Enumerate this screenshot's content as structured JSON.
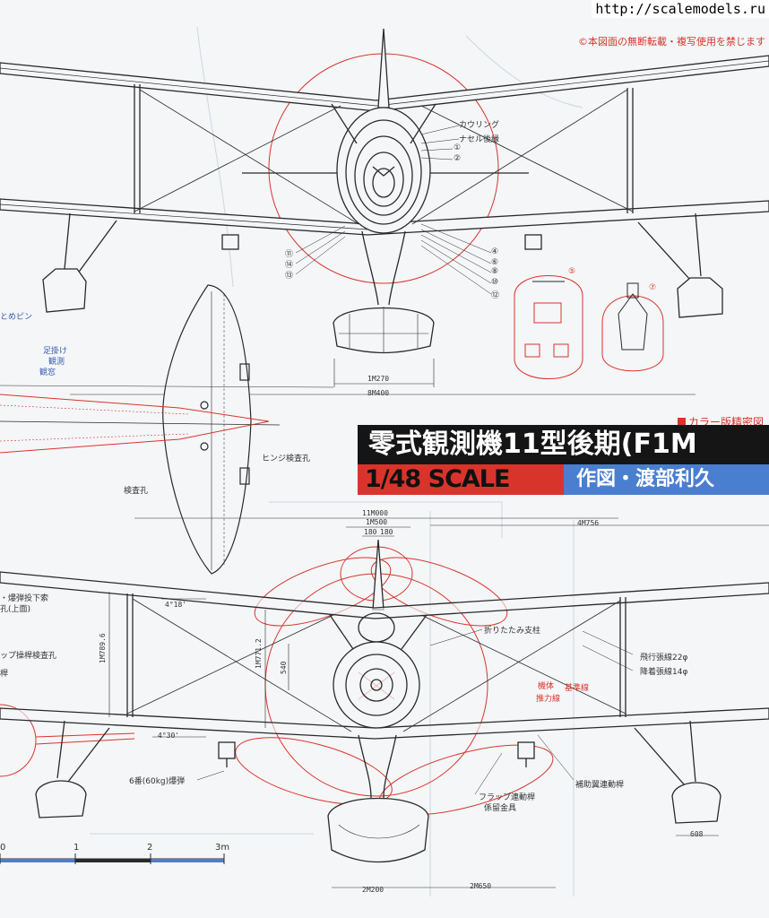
{
  "watermark": {
    "url": "http://scalemodels.ru"
  },
  "copyright": "©本図面の無断転載・複写使用を禁じます",
  "color_badge": "カラー版精密図",
  "title": "零式観測機11型後期(F1M",
  "scale": "1/48 SCALE",
  "author": "作図・渡部利久",
  "front_labels": {
    "cowl_ring": "カウリング",
    "nacelle": "ナセル後縁",
    "c1": "①",
    "c2": "②",
    "c4": "④",
    "c5": "⑤",
    "c6": "⑥",
    "c7": "⑦",
    "c8": "⑧",
    "c10": "⑩",
    "c11": "⑪",
    "c12": "⑫",
    "c13": "⑬",
    "c14": "⑭"
  },
  "front_dims": {
    "d1": "1M270",
    "d2": "8M400"
  },
  "left_labels": {
    "tie_pin": "とめピン",
    "foot": "足掛け",
    "obs1": "観測",
    "obs2": "観窓",
    "hinge": "ヒンジ検査孔",
    "insp": "検査孔"
  },
  "lower_dims": {
    "span": "11M000",
    "half": "1M500",
    "a": "180",
    "b": "180",
    "len": "4M756",
    "h1": "1M789.6",
    "h2": "1M771.2",
    "h3": "540",
    "ang1": "4°18'",
    "ang2": "4°30'",
    "w1": "2M200",
    "w2": "2M650",
    "f": "608"
  },
  "lower_labels": {
    "bomb_rel": "・爆弾投下索",
    "upper": "孔(上面)",
    "flap_insp": "ップ操桿検査孔",
    "rod": "桿",
    "fold": "折りたたみ支柱",
    "flywire": "飛行張線22φ",
    "landwire": "降着張線14φ",
    "body": "機体",
    "base": "基準線",
    "thrust": "推力線",
    "bomb": "6番(60kg)爆弾",
    "flap_link": "フラップ連動桿",
    "aux_link": "補助翼連動桿",
    "float_rod": "係留金具"
  },
  "scale_ticks": [
    "0",
    "1",
    "2",
    "3m"
  ],
  "colors": {
    "line": "#2a2a2a",
    "red": "#d9342b",
    "blue": "#4a7fd0",
    "paper": "#f4f6f8"
  }
}
